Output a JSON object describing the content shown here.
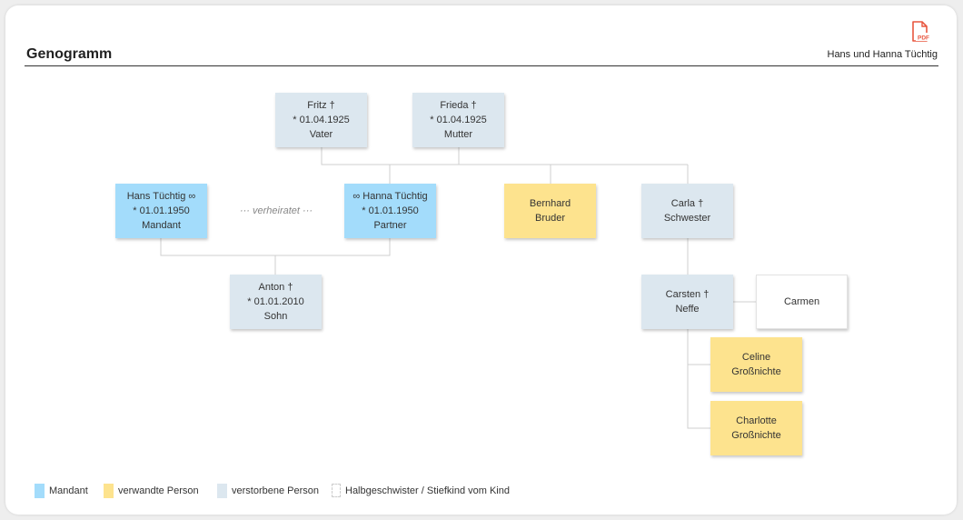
{
  "header": {
    "title": "Genogramm",
    "subtitle": "Hans und Hanna Tüchtig",
    "pdf_icon": "pdf-file-icon",
    "pdf_label": "PDF"
  },
  "colors": {
    "mandant": "#a3dcfb",
    "related": "#fde38e",
    "deceased": "#dce7ef",
    "half": "#ffffff",
    "pdf_accent": "#e8563f"
  },
  "persons": {
    "fritz": {
      "line1": "Fritz †",
      "line2": "* 01.04.1925",
      "line3": "Vater"
    },
    "frieda": {
      "line1": "Frieda †",
      "line2": "* 01.04.1925",
      "line3": "Mutter"
    },
    "hans": {
      "line1": "Hans Tüchtig ∞",
      "line2": "* 01.01.1950",
      "line3": "Mandant"
    },
    "hanna": {
      "line1": "∞ Hanna Tüchtig",
      "line2": "* 01.01.1950",
      "line3": "Partner"
    },
    "bernhard": {
      "line1": "Bernhard",
      "line2": "Bruder"
    },
    "carla": {
      "line1": "Carla †",
      "line2": "Schwester"
    },
    "anton": {
      "line1": "Anton †",
      "line2": "* 01.01.2010",
      "line3": "Sohn"
    },
    "carsten": {
      "line1": "Carsten †",
      "line2": "Neffe"
    },
    "carmen": {
      "line1": "Carmen"
    },
    "celine": {
      "line1": "Celine",
      "line2": "Großnichte"
    },
    "charlotte": {
      "line1": "Charlotte",
      "line2": "Großnichte"
    }
  },
  "marriage_label": "··· verheiratet ···",
  "legend": {
    "mandant": "Mandant",
    "related": "verwandte Person",
    "deceased": "verstorbene Person",
    "half": "Halbgeschwister / Stiefkind vom Kind"
  }
}
